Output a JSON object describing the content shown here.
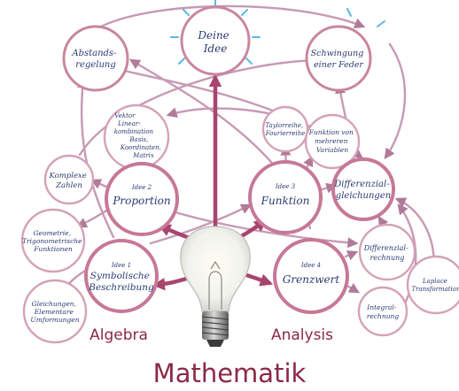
{
  "colors": {
    "ring": "#c9869f",
    "ring_strong": "#b9527a",
    "arrow": "#a85a80",
    "arrow_light": "#c79ab4",
    "text": "#2c3a72",
    "title": "#8c2846",
    "spark": "#5db7e3"
  },
  "title": "Mathematik",
  "sections": {
    "algebra": "Algebra",
    "analysis": "Analysis"
  },
  "nodes": {
    "deine_idee": [
      "Deine",
      "Idee"
    ],
    "abstandsregelung": [
      "Abstands-",
      "regelung"
    ],
    "schwingung": [
      "Schwingung",
      "einer Feder"
    ],
    "vektor": [
      "Vektor",
      "Linear-",
      "kombination",
      "Basis,",
      "Koordinaten,",
      "Matrix"
    ],
    "taylor": [
      "Taylorreihe,",
      "Fourierreihe"
    ],
    "funktion_mehreren": [
      "Funktion von",
      "mehreren",
      "Variablen"
    ],
    "komplexe": [
      "Komplexe",
      "Zahlen"
    ],
    "proportion": {
      "idea": "Idee 2",
      "label": "Proportion"
    },
    "funktion": {
      "idea": "Idee 3",
      "label": "Funktion"
    },
    "differenzialgleichungen": [
      "Differenzial-",
      "gleichungen"
    ],
    "geometrie": [
      "Geometrie,",
      "Trigonometrische",
      "Funktionen"
    ],
    "symbolische": {
      "idea": "Idee 1",
      "label": [
        "Symbolische",
        "Beschreibung"
      ]
    },
    "grenzwert": {
      "idea": "Idee 4",
      "label": "Grenzwert"
    },
    "differenzialrechnung": [
      "Differenzial-",
      "rechnung"
    ],
    "laplace": [
      "Laplace",
      "Transformation"
    ],
    "gleichungen": [
      "Gleichungen,",
      "Elementare",
      "Umformungen"
    ],
    "integralrechnung": [
      "Integral-",
      "rechnung"
    ]
  }
}
